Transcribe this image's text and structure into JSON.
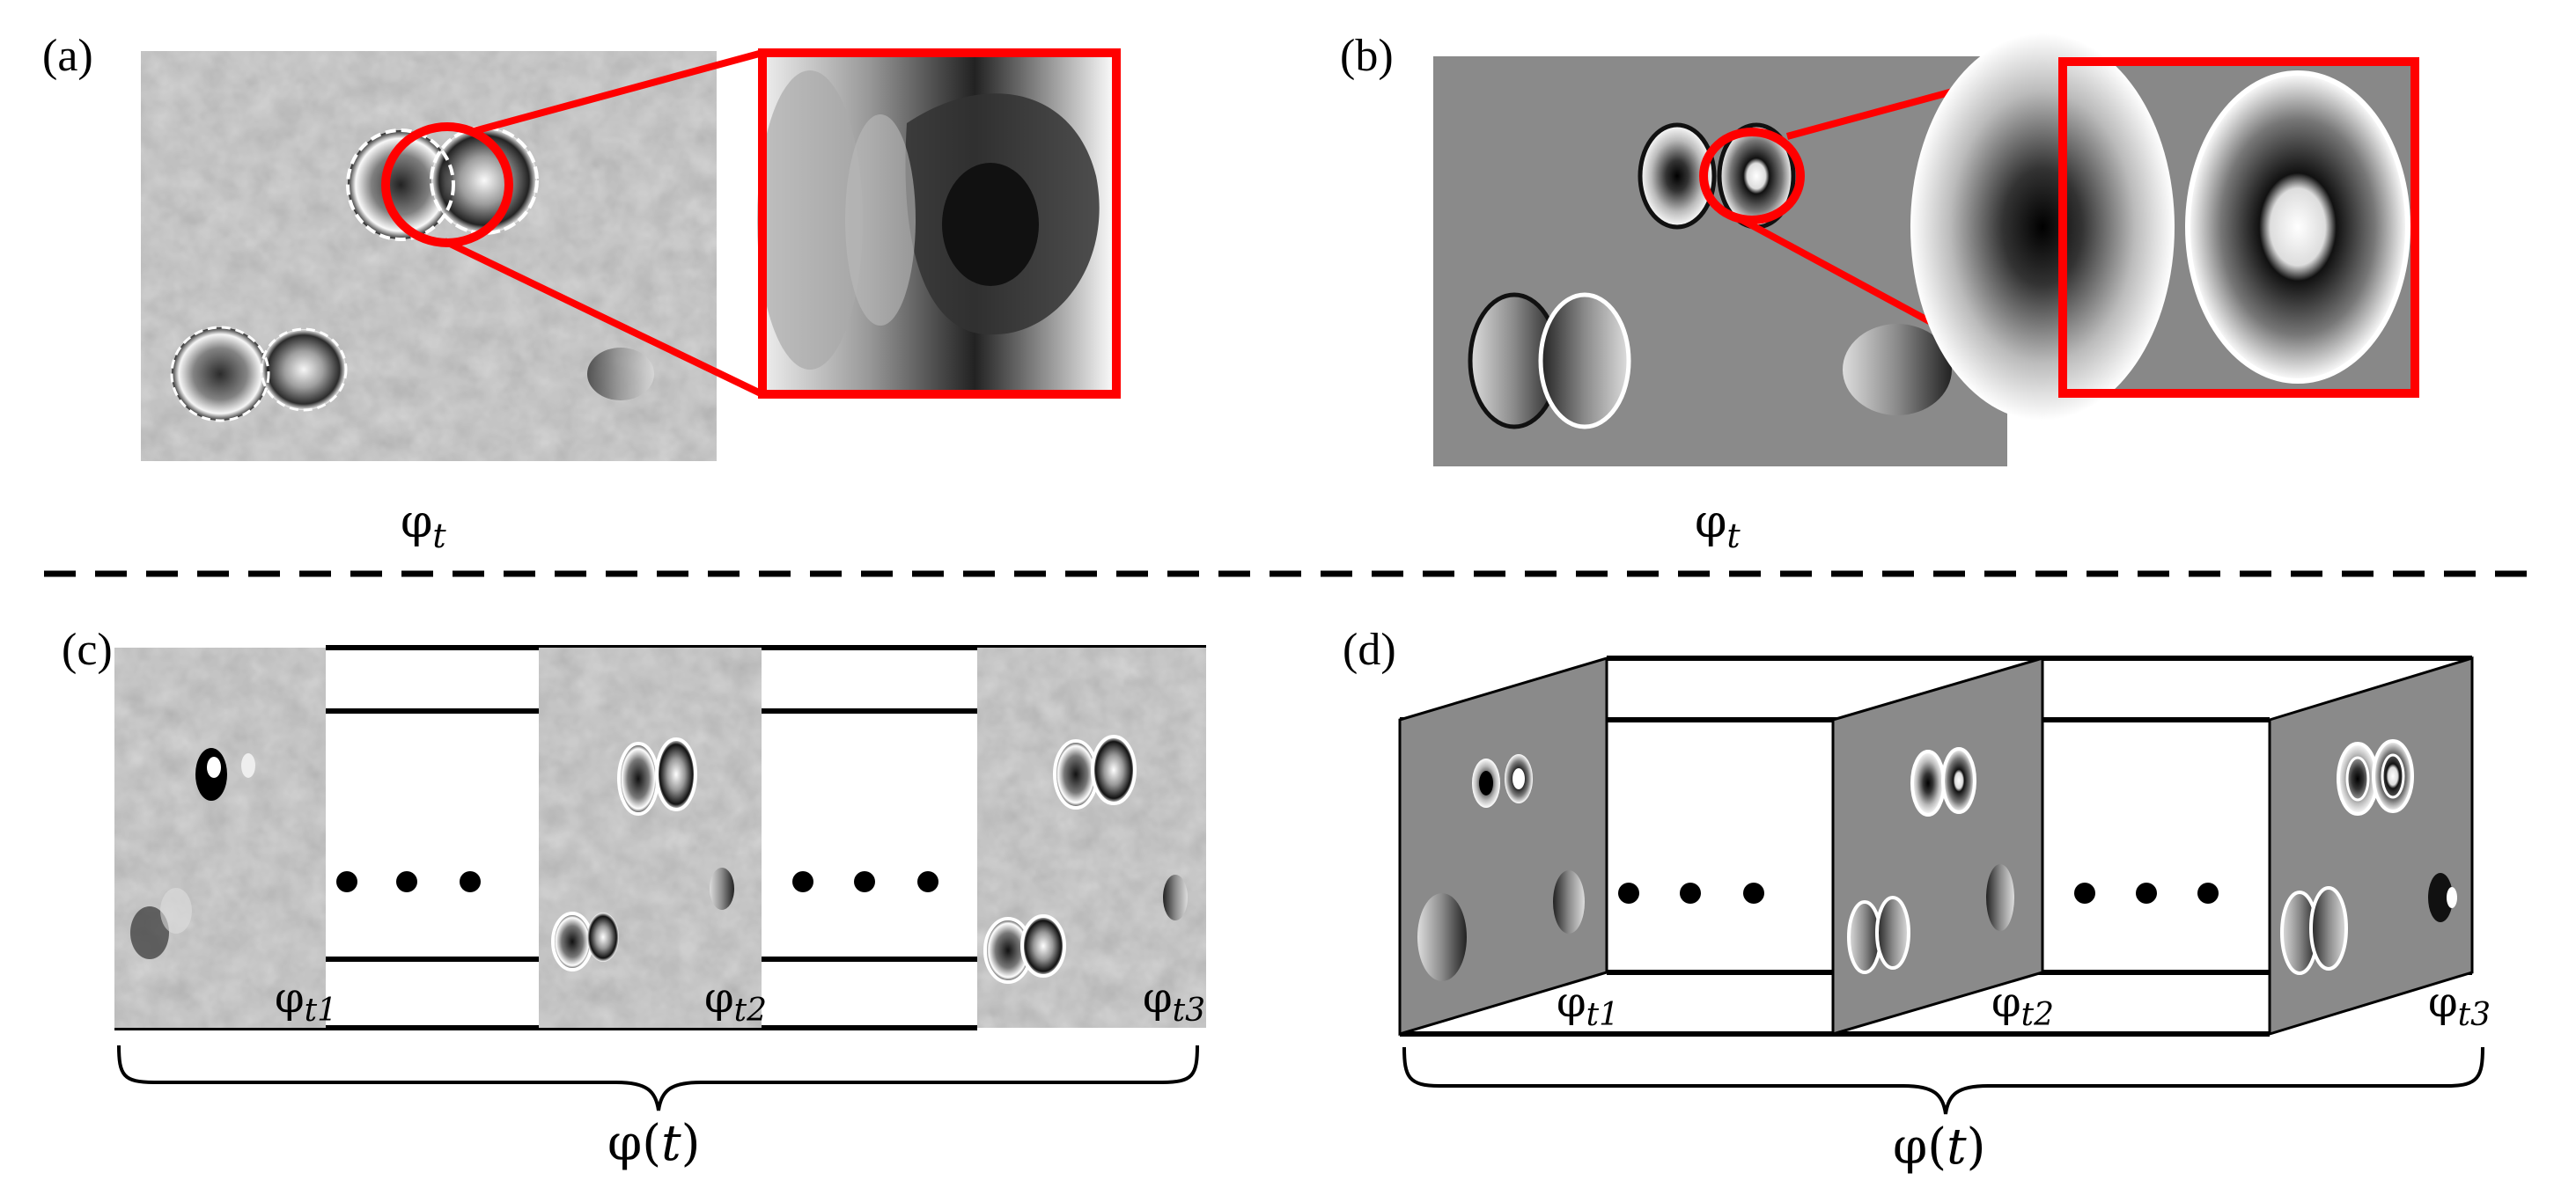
{
  "panels": [
    {
      "id": "a",
      "label": "(a)",
      "caption_phi": "φ",
      "caption_sub": "t",
      "style": "experimental"
    },
    {
      "id": "b",
      "label": "(b)",
      "caption_phi": "φ",
      "caption_sub": "t",
      "style": "simulated"
    },
    {
      "id": "c",
      "label": "(c)",
      "style": "experimental",
      "frames": [
        {
          "phi": "φ",
          "sub": "t1"
        },
        {
          "phi": "φ",
          "sub": "t2"
        },
        {
          "phi": "φ",
          "sub": "t3"
        }
      ],
      "total_phi": "φ(",
      "total_var": "t",
      "total_close": ")"
    },
    {
      "id": "d",
      "label": "(d)",
      "style": "simulated",
      "frames": [
        {
          "phi": "φ",
          "sub": "t1"
        },
        {
          "phi": "φ",
          "sub": "t2"
        },
        {
          "phi": "φ",
          "sub": "t3"
        }
      ],
      "total_phi": "φ(",
      "total_var": "t",
      "total_close": ")"
    }
  ],
  "colors": {
    "highlight": "#ff0000",
    "background_gray": "#8a8a8a",
    "line": "#000000"
  }
}
